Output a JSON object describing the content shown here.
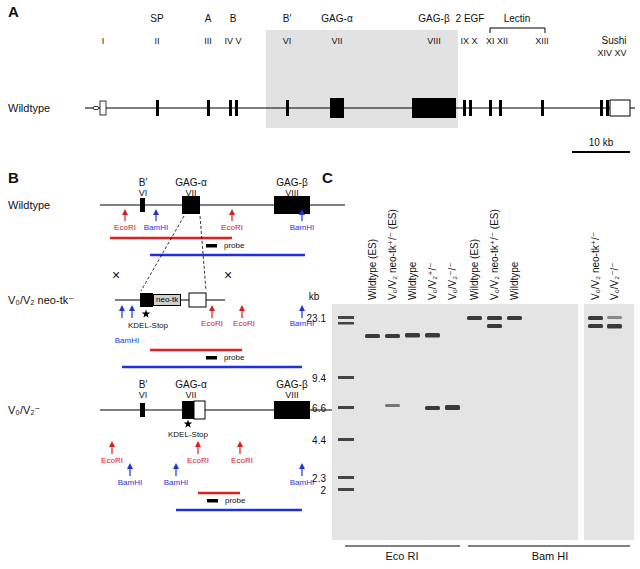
{
  "diagram": {
    "nodes": [
      {
        "text": [
          "neo-tk"
        ]
      }
    ],
    "labels": [
      "A",
      "SP",
      "A",
      "B",
      "B′",
      "GAG-α",
      "GAG-β",
      "2 EGF",
      "Lectin",
      "I",
      "II",
      "III",
      "IV V",
      "VI",
      "VII",
      "VIII",
      "IX X",
      "XI XII",
      "XIII",
      "Sushi",
      "XIV XV",
      "Wildtype",
      "10 kb",
      "B",
      "B′",
      "GAG-α",
      "GAG-β",
      "VI",
      "VII",
      "VIII",
      "Wildtype",
      "EcoRI",
      "BamHI",
      "EcoRI",
      "BamHI",
      "probe",
      "×",
      "×",
      "V₀/V₂ neo-tk⁻",
      "KDEL-Stop",
      "BamHI",
      "EcoRI",
      "EcoRI",
      "BamHI",
      "probe",
      "B′",
      "GAG-α",
      "GAG-β",
      "VI",
      "VII",
      "VIII",
      "V₀/V₂⁻",
      "KDEL-Stop",
      "EcoRI",
      "EcoRI",
      "EcoRI",
      "BamHI",
      "BamHI",
      "BamHI",
      "probe",
      "C",
      "Wildtype (ES)",
      "V₀/V₂ neo-tk⁺/⁻ (ES)",
      "Wildtype",
      "V₀/V₂⁺/⁻",
      "V₀/V₂⁻/⁻",
      "Wildtype (ES)",
      "V₀/V₂ neo-tk⁺/⁻ (ES)",
      "Wildtype",
      "V₀/V₂ neo-tk⁺/⁻",
      "V₀/V₂⁻/⁻",
      "kb",
      "23.1",
      "9.4",
      "6.6",
      "4.4",
      "2.3",
      "2",
      "Eco RI",
      "Bam HI"
    ]
  }
}
